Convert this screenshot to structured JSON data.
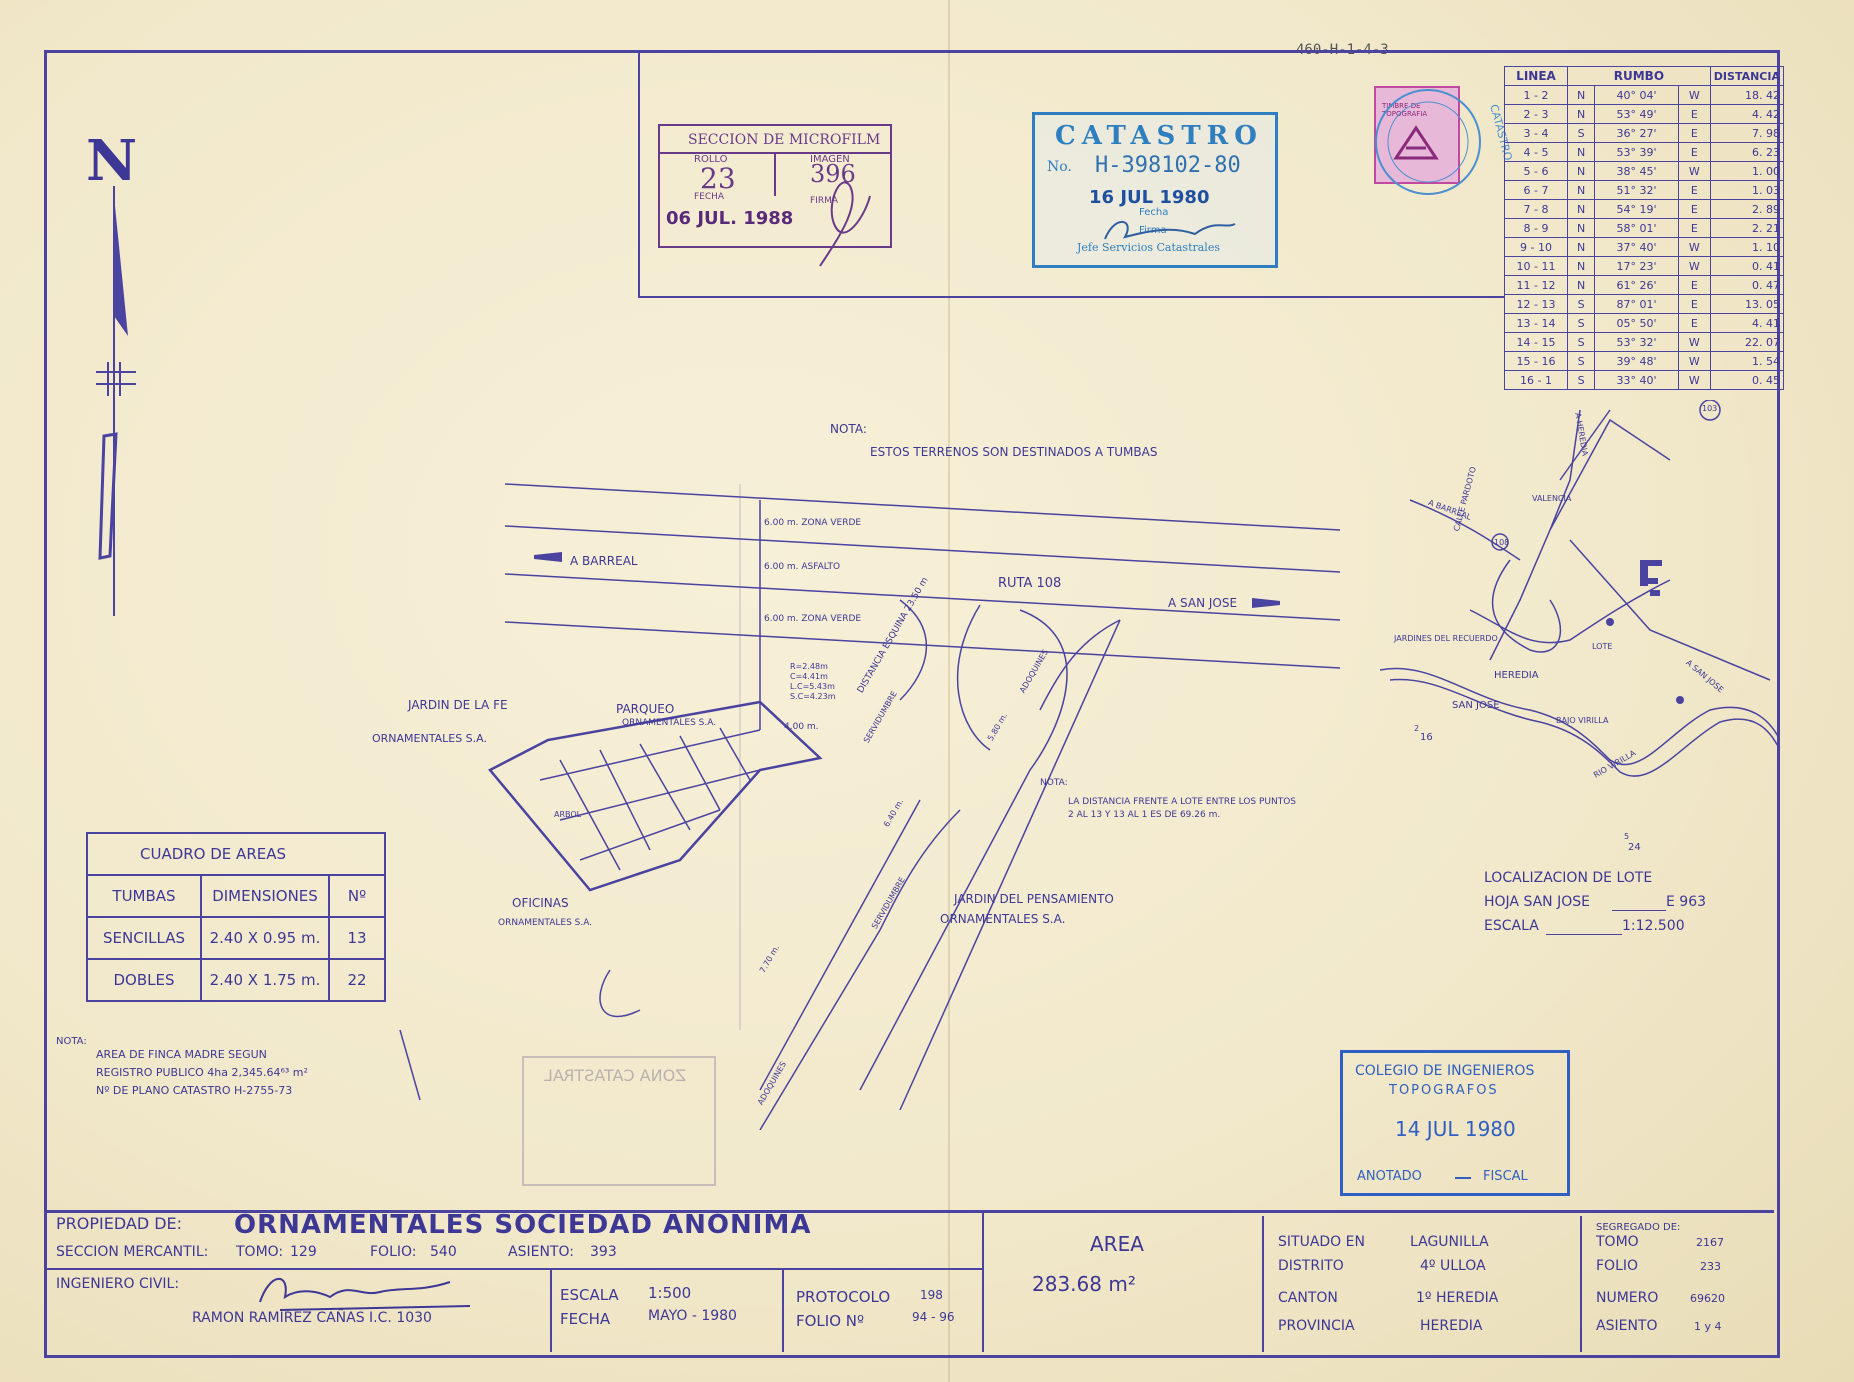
{
  "ref_number": "460-H-1-4-3",
  "north_label": "N",
  "microfilm_stamp": {
    "title": "SECCION DE MICROFILM",
    "rollo_label": "ROLLO",
    "rollo": "23",
    "imagen_label": "IMAGEN",
    "imagen": "396",
    "fecha_label": "FECHA",
    "firma_label": "FIRMA",
    "fecha": "06 JUL. 1988"
  },
  "catastro_stamp": {
    "title": "CATASTRO",
    "no_label": "No.",
    "number": "H-398102-80",
    "date": "16 JUL 1980",
    "fecha_label": "Fecha",
    "firma_label": "Firma",
    "role": "Jefe Servicios Catastrales"
  },
  "timbre": {
    "text": "TIMBRE DE TOPOGRAFIA",
    "circle": "CATASTRO"
  },
  "rumbo_table": {
    "headers": [
      "LINEA",
      "RUMBO",
      "DISTANCIA"
    ],
    "rows": [
      [
        "1 - 2",
        "N",
        "40° 04'",
        "W",
        "18. 42"
      ],
      [
        "2 - 3",
        "N",
        "53° 49'",
        "E",
        "4. 42"
      ],
      [
        "3 - 4",
        "S",
        "36° 27'",
        "E",
        "7. 98"
      ],
      [
        "4 - 5",
        "N",
        "53° 39'",
        "E",
        "6. 23"
      ],
      [
        "5 - 6",
        "N",
        "38° 45'",
        "W",
        "1. 00"
      ],
      [
        "6 - 7",
        "N",
        "51° 32'",
        "E",
        "1. 03"
      ],
      [
        "7 - 8",
        "N",
        "54° 19'",
        "E",
        "2. 89"
      ],
      [
        "8 - 9",
        "N",
        "58° 01'",
        "E",
        "2. 21"
      ],
      [
        "9 - 10",
        "N",
        "37° 40'",
        "W",
        "1. 10"
      ],
      [
        "10 - 11",
        "N",
        "17° 23'",
        "W",
        "0. 41"
      ],
      [
        "11 - 12",
        "N",
        "61° 26'",
        "E",
        "0. 47"
      ],
      [
        "12 - 13",
        "S",
        "87° 01'",
        "E",
        "13. 05"
      ],
      [
        "13 - 14",
        "S",
        "05° 50'",
        "E",
        "4. 41"
      ],
      [
        "14 - 15",
        "S",
        "53° 32'",
        "W",
        "22. 07"
      ],
      [
        "15 - 16",
        "S",
        "39° 48'",
        "W",
        "1. 54"
      ],
      [
        "16 - 1",
        "S",
        "33° 40'",
        "W",
        "0. 45"
      ]
    ]
  },
  "nota_top": {
    "label": "NOTA:",
    "text": "ESTOS TERRENOS SON DESTINADOS A TUMBAS"
  },
  "map": {
    "zona_verde_1": "6.00 m.  ZONA VERDE",
    "asfalto": "6.00 m.  ASFALTO",
    "zona_verde_2": "6.00 m.  ZONA VERDE",
    "a_barreal": "A BARREAL",
    "ruta": "RUTA 108",
    "a_san_jose": "A SAN JOSE",
    "jardin_fe": "JARDIN DE LA FE",
    "ornamentales_1": "ORNAMENTALES S.A.",
    "parqueo": "PARQUEO",
    "parqueo_owner": "ORNAMENTALES S.A.",
    "curve": "R=2.48m\nC=4.41m\nL.C=5.43m\nS.C=4.23m",
    "oficinas": "OFICINAS",
    "oficinas_owner": "ORNAMENTALES S.A.",
    "arbol": "ARBOL",
    "jardin_pensamiento": "JARDIN DEL PENSAMIENTO",
    "ornamentales_2": "ORNAMENTALES S.A.",
    "adoquines": "ADOQUINES",
    "servidumbre": "SERVIDUMBRE",
    "distancia_esquina": "DISTANCIA ESQUINA 23.50 m",
    "dim_400": "4.00 m.",
    "dim_580": "5.80 m.",
    "dim_640": "6.40 m.",
    "dim_770": "7.70 m.",
    "nota_label": "NOTA:",
    "nota_text": "LA DISTANCIA FRENTE A LOTE ENTRE LOS PUNTOS\n2 AL 13 Y 13 AL 1 ES DE 69.26 m."
  },
  "location_map": {
    "heredia_road": "A HEREDIA",
    "valencia": "VALENCIA",
    "a_barreal": "A BARREAL",
    "calle": "CALLE PARDOTO",
    "jardines": "JARDINES DEL RECUERDO",
    "lote": "LOTE",
    "heredia": "HEREDIA",
    "san_jose": "SAN JOSE",
    "bajo_virilla": "BAJO VIRILLA",
    "rio": "RIO VIRILLA",
    "a_san_jose": "A SAN JOSE",
    "route_103": "103",
    "route_108": "108",
    "coord_16": "16",
    "coord_24": "24",
    "coord_5a": "5",
    "coord_2": "2",
    "title": "LOCALIZACION DE LOTE",
    "hoja_label": "HOJA SAN JOSE",
    "hoja_value": "E 963",
    "escala_label": "ESCALA",
    "escala_value": "1:12.500"
  },
  "cuadro_areas": {
    "title": "CUADRO DE AREAS",
    "headers": [
      "TUMBAS",
      "DIMENSIONES",
      "Nº"
    ],
    "rows": [
      [
        "SENCILLAS",
        "2.40 X 0.95 m.",
        "13"
      ],
      [
        "DOBLES",
        "2.40 X 1.75 m.",
        "22"
      ]
    ]
  },
  "nota_bottom": {
    "label": "NOTA:",
    "line1": "AREA DE FINCA MADRE SEGUN",
    "line2": "REGISTRO PUBLICO 4ha 2,345.64⁶³ m²",
    "line3": "Nº DE PLANO CATASTRO H-2755-73"
  },
  "zona_catastral_stamp": "ZONA CATASTRAL",
  "colegio_stamp": {
    "line1": "COLEGIO DE INGENIEROS",
    "line2": "TOPOGRAFOS",
    "date": "14 JUL 1980",
    "anotado": "ANOTADO",
    "fiscal": "FISCAL"
  },
  "title_block": {
    "propiedad_label": "PROPIEDAD DE:",
    "propiedad": "ORNAMENTALES SOCIEDAD ANONIMA",
    "seccion": "SECCION MERCANTIL:",
    "tomo_label": "TOMO:",
    "tomo": "129",
    "folio_label": "FOLIO:",
    "folio": "540",
    "asiento_label": "ASIENTO:",
    "asiento": "393",
    "ingeniero_label": "INGENIERO CIVIL:",
    "ingeniero": "RAMON RAMIREZ CAÑAS  I.C. 1030",
    "escala_label": "ESCALA",
    "escala": "1:500",
    "fecha_label": "FECHA",
    "fecha": "MAYO - 1980",
    "protocolo_label": "PROTOCOLO",
    "protocolo": "198",
    "folio_n_label": "FOLIO Nº",
    "folio_n": "94 - 96",
    "area_label": "AREA",
    "area": "283.68 m²",
    "situado_label": "SITUADO EN",
    "situado": "LAGUNILLA",
    "distrito_label": "DISTRITO",
    "distrito": "4º ULLOA",
    "canton_label": "CANTON",
    "canton": "1º HEREDIA",
    "provincia_label": "PROVINCIA",
    "provincia": "HEREDIA",
    "segregado_label": "SEGREGADO DE:",
    "seg_tomo_label": "TOMO",
    "seg_tomo": "2167",
    "seg_folio_label": "FOLIO",
    "seg_folio": "233",
    "seg_numero_label": "NUMERO",
    "seg_numero": "69620",
    "seg_asiento_label": "ASIENTO",
    "seg_asiento": "1 y 4"
  },
  "colors": {
    "ink": "#3d3796",
    "stamp_purple": "#6a3a8a",
    "stamp_blue": "#2f7fc0",
    "paper": "#f2e9cc"
  }
}
